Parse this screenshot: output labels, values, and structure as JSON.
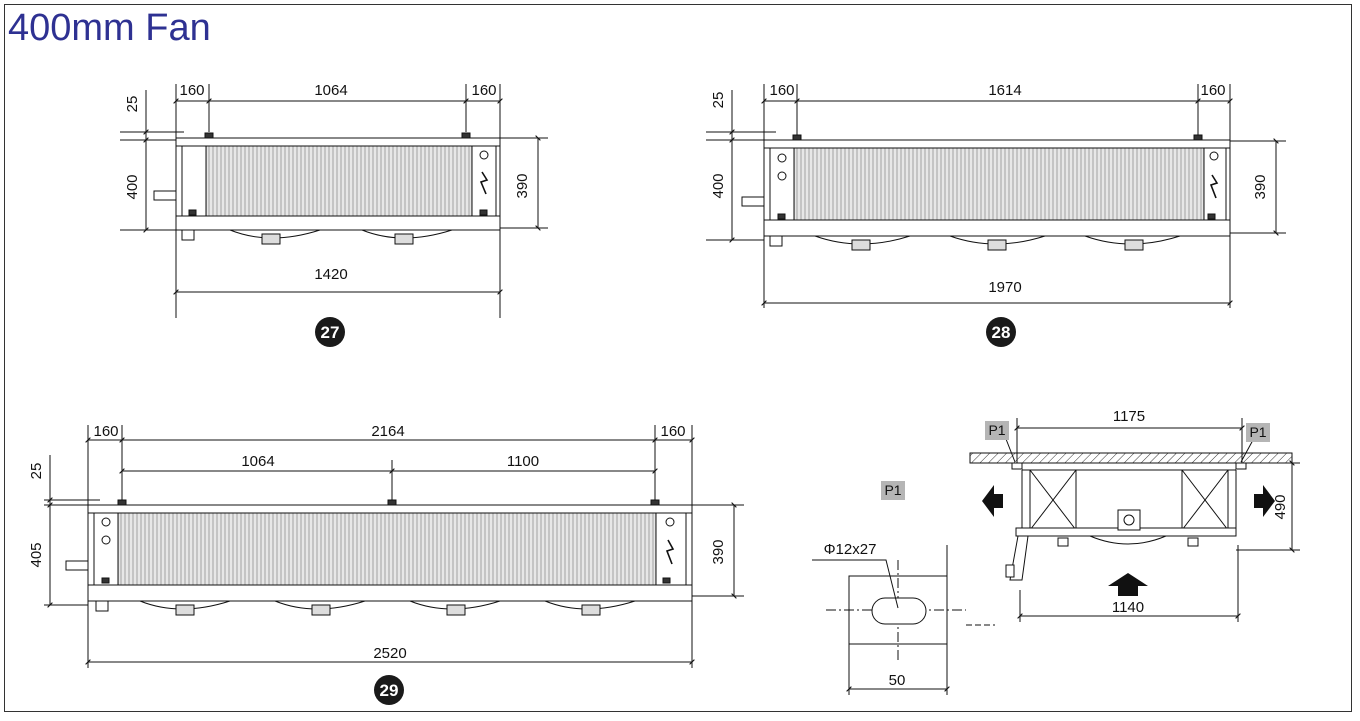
{
  "title": "400mm Fan",
  "colors": {
    "title": "#2e3192",
    "line": "#111111",
    "badge": "#1a1a1a",
    "p_label_bg": "#b5b5b5",
    "fins": "#888888"
  },
  "units": {
    "u27": {
      "badge": "27",
      "offset_top": "25",
      "side_left": "160",
      "center": "1064",
      "side_right": "160",
      "height_outer": "400",
      "height_inner": "390",
      "overall": "1420"
    },
    "u28": {
      "badge": "28",
      "offset_top": "25",
      "side_left": "160",
      "center": "1614",
      "side_right": "160",
      "height_outer": "400",
      "height_inner": "390",
      "overall": "1970"
    },
    "u29": {
      "badge": "29",
      "offset_top": "25",
      "side_left": "160",
      "center_total": "2164",
      "side_right": "160",
      "seg1": "1064",
      "seg2": "1100",
      "height_outer": "405",
      "height_inner": "390",
      "overall": "2520"
    }
  },
  "detail": {
    "label": "P1",
    "hole": "Φ12x27",
    "width": "50"
  },
  "section": {
    "top": "1175",
    "bottom": "1140",
    "height": "490",
    "p1_left": "P1",
    "p1_right": "P1"
  }
}
